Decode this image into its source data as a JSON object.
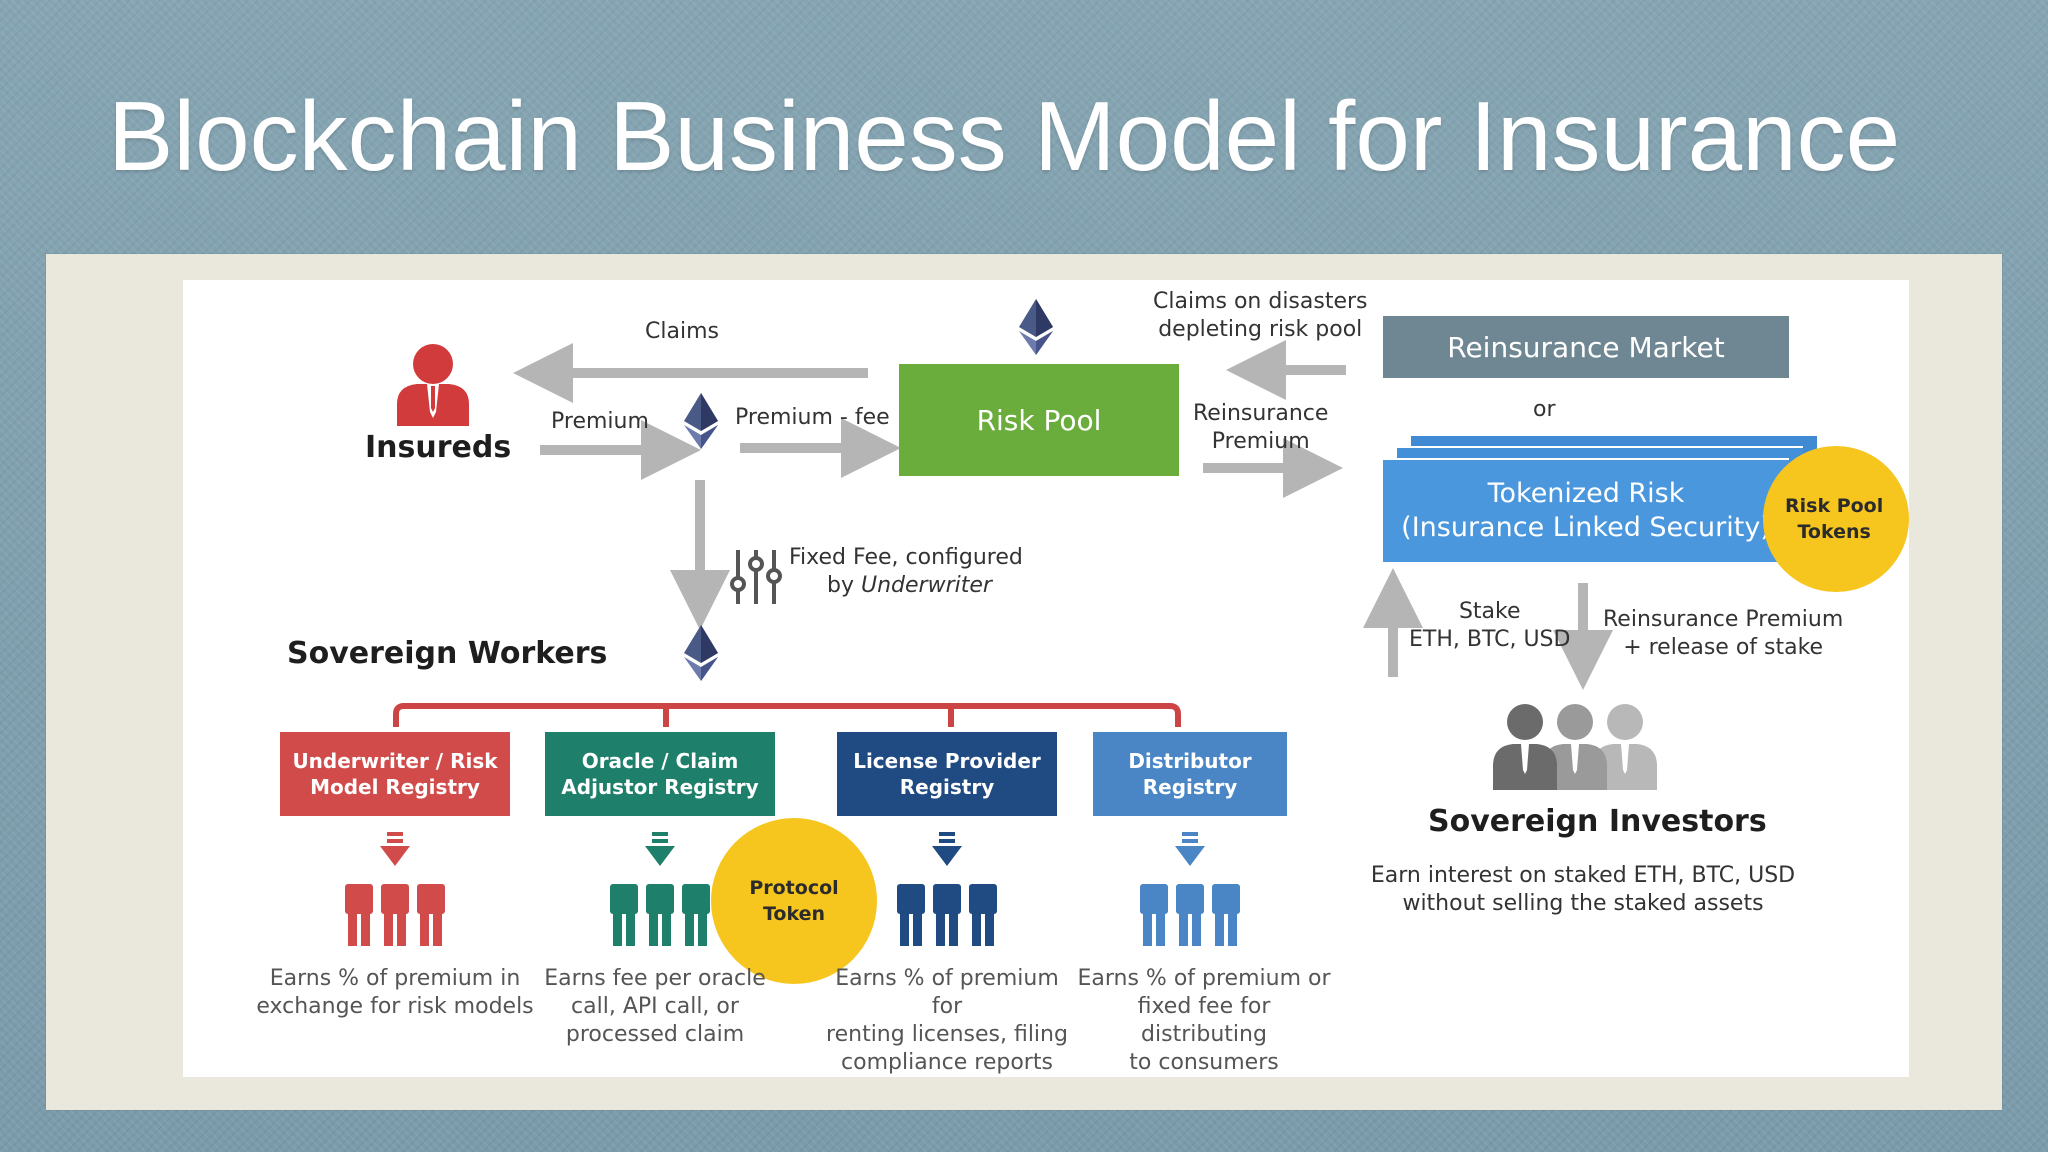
{
  "slide": {
    "title": "Blockchain Business Model for Insurance"
  },
  "diagram": {
    "insureds": "Insureds",
    "claims_label": "Claims",
    "premium_label": "Premium",
    "premium_fee_label": "Premium - fee",
    "risk_pool": "Risk Pool",
    "claims_disasters": "Claims on disasters\ndepleting risk pool",
    "reinsurance_premium_label": "Reinsurance\nPremium",
    "reinsurance_market": "Reinsurance Market",
    "or_label": "or",
    "tokenized_risk_line1": "Tokenized Risk",
    "tokenized_risk_line2": "(Insurance Linked Security)",
    "risk_pool_tokens": "Risk Pool\nTokens",
    "fixed_fee_line1": "Fixed Fee, configured",
    "fixed_fee_by": "by ",
    "fixed_fee_underwriter": "Underwriter",
    "stake_label": "Stake\nETH, BTC, USD",
    "reinsurance_release": "Reinsurance Premium\n+ release of stake",
    "sovereign_workers": "Sovereign Workers",
    "sovereign_investors": "Sovereign Investors",
    "investors_desc": "Earn interest on staked ETH, BTC, USD\nwithout selling the staked assets",
    "protocol_token": "Protocol\nToken",
    "workers": [
      {
        "label": "Underwriter / Risk\nModel Registry",
        "desc": "Earns % of premium in\nexchange for risk models",
        "color": "#d24b4b"
      },
      {
        "label": "Oracle / Claim\nAdjustor Registry",
        "desc": "Earns fee per oracle\ncall, API call, or\nprocessed claim",
        "color": "#1e7f6a"
      },
      {
        "label": "License Provider\nRegistry",
        "desc": "Earns % of premium for\nrenting licenses, filing\ncompliance reports",
        "color": "#1f4a82"
      },
      {
        "label": "Distributor\nRegistry",
        "desc": "Earns % of premium or\nfixed fee for distributing\nto consumers",
        "color": "#4a86c6"
      }
    ],
    "colors": {
      "risk_pool": "#6aad3c",
      "reinsurance_market": "#6f8793",
      "tokenized_risk": "#4a97dd",
      "token_gold": "#f6c61f",
      "insured_red": "#d23b3b",
      "bracket_red": "#cc4444",
      "arrow_gray": "#b5b5b5",
      "investor_gray": "#777777"
    },
    "icons": [
      "ethereum-icon",
      "person-icon",
      "sliders-icon",
      "people-group-icon",
      "down-arrow-icon"
    ]
  }
}
